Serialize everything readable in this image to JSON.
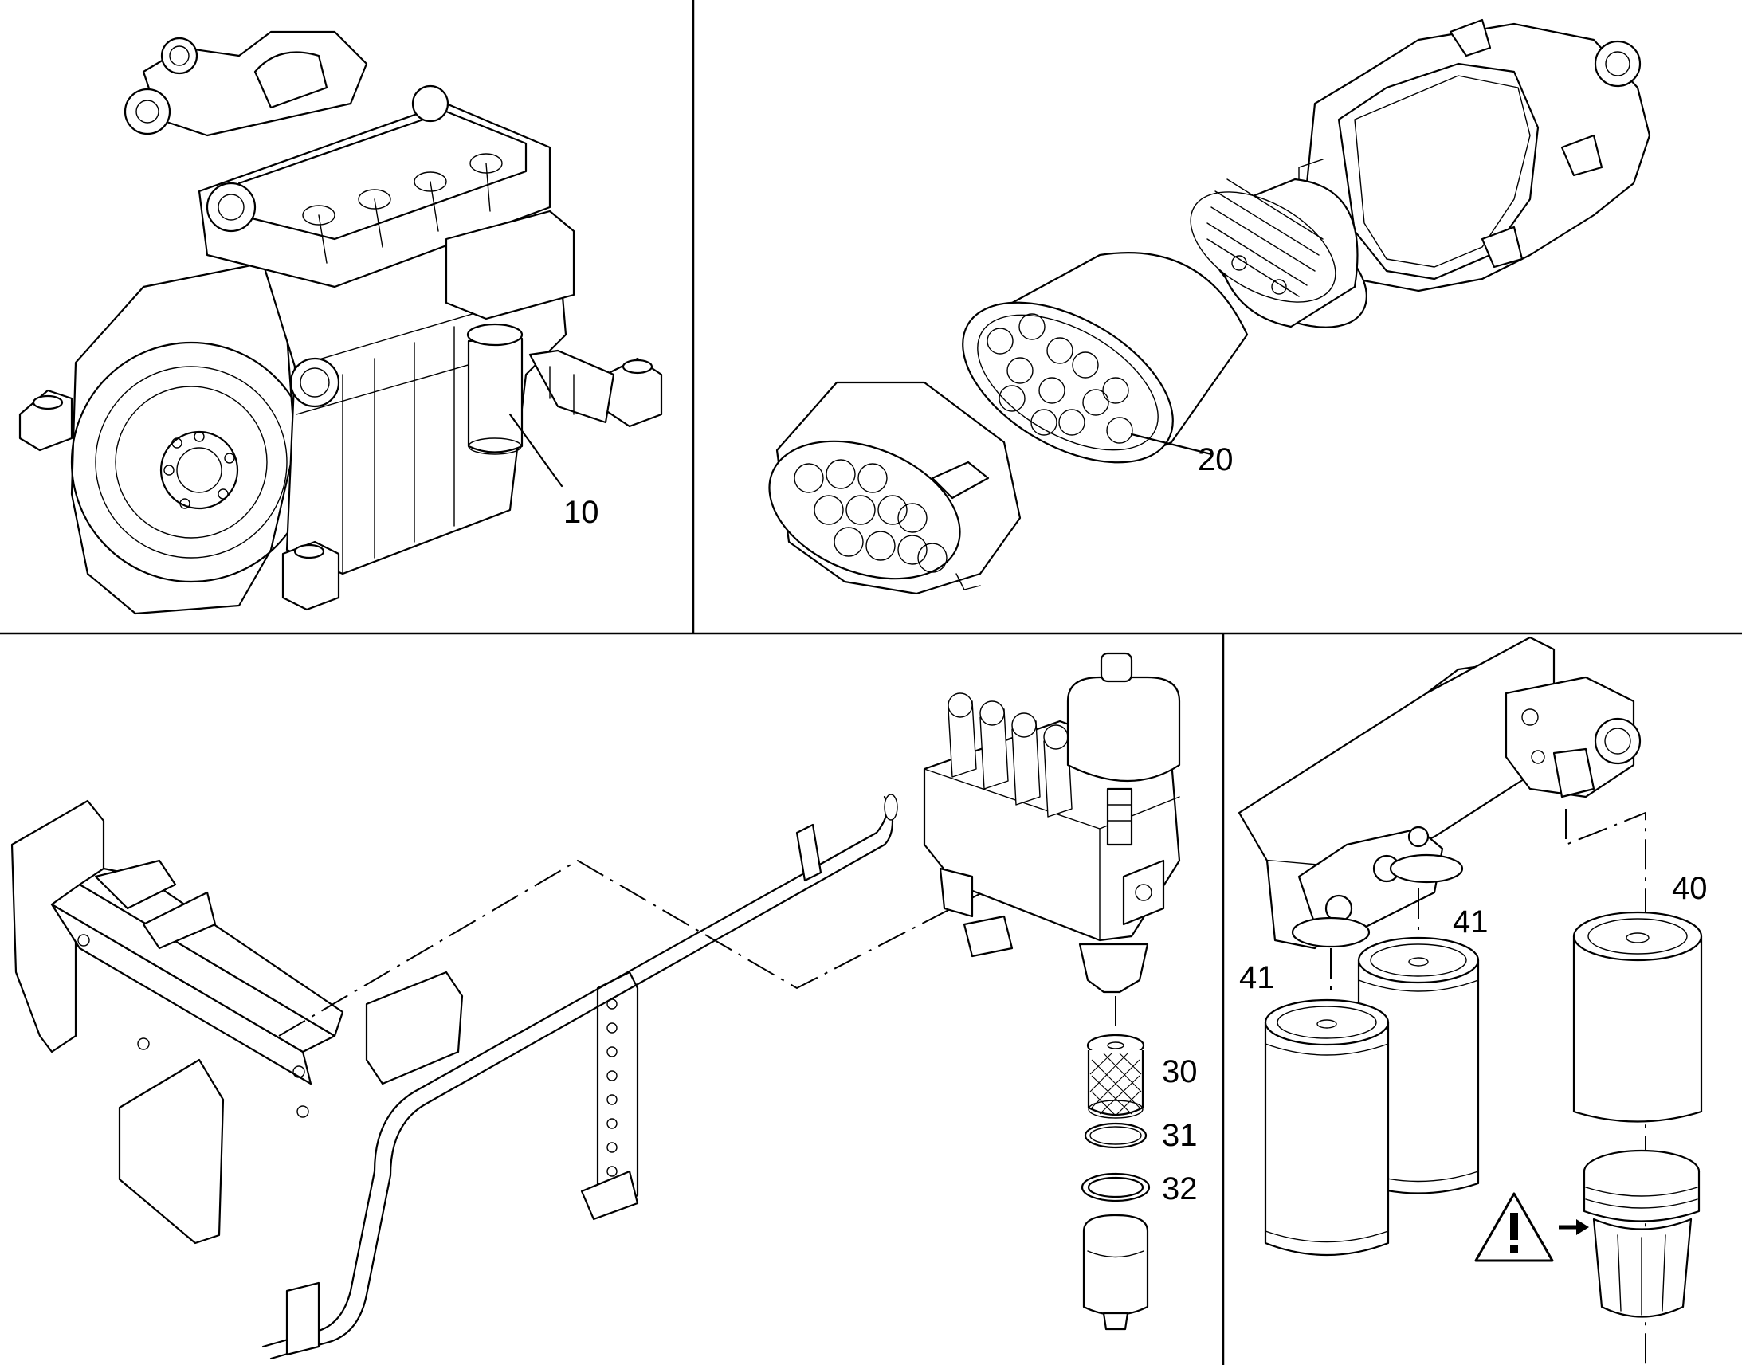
{
  "callouts": {
    "p10": "10",
    "p20": "20",
    "p30": "30",
    "p31": "31",
    "p32": "32",
    "p40": "40",
    "p41a": "41",
    "p41b": "41"
  },
  "panels": [
    {
      "id": "engine-oil-filter",
      "part": "10"
    },
    {
      "id": "air-filter",
      "part": "20"
    },
    {
      "id": "hydraulic-filter",
      "parts": [
        "30",
        "31",
        "32"
      ]
    },
    {
      "id": "fuel-filters",
      "parts": [
        "40",
        "41",
        "41"
      ]
    }
  ],
  "icons": [
    "warning-triangle-icon",
    "arrow-right-icon"
  ]
}
